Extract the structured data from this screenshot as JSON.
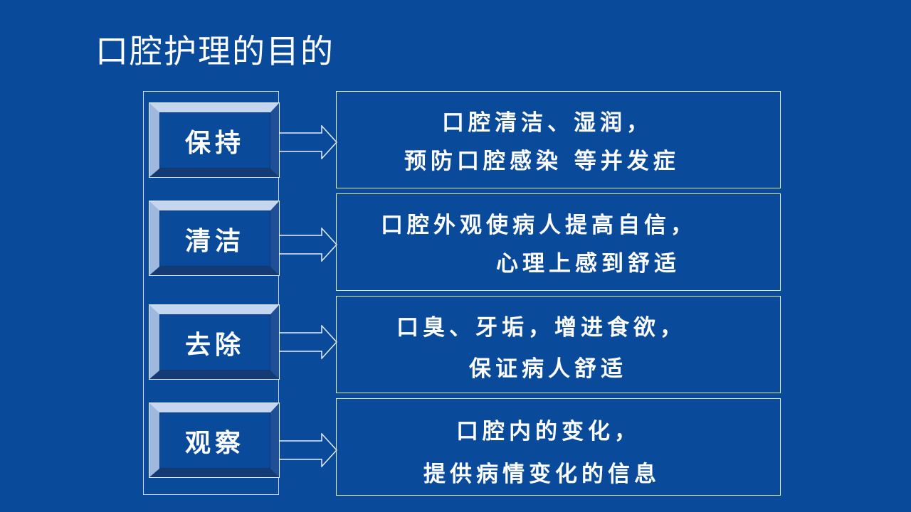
{
  "title": "口腔护理的目的",
  "items": [
    {
      "label": "保持",
      "line1": "口腔清洁、湿润，",
      "line2": "预防口腔感染 等并发症"
    },
    {
      "label": "清洁",
      "line1": "口腔外观使病人提高自信，",
      "line2": "心理上感到舒适"
    },
    {
      "label": "去除",
      "line1": "口臭、牙垢，增进食欲，",
      "line2": "保证病人舒适"
    },
    {
      "label": "观察",
      "line1": "口腔内的变化，",
      "line2": "提供病情变化的信息"
    }
  ],
  "colors": {
    "background": "#0a4a9b",
    "text": "#ffffff",
    "border": "#dfe7f5"
  }
}
